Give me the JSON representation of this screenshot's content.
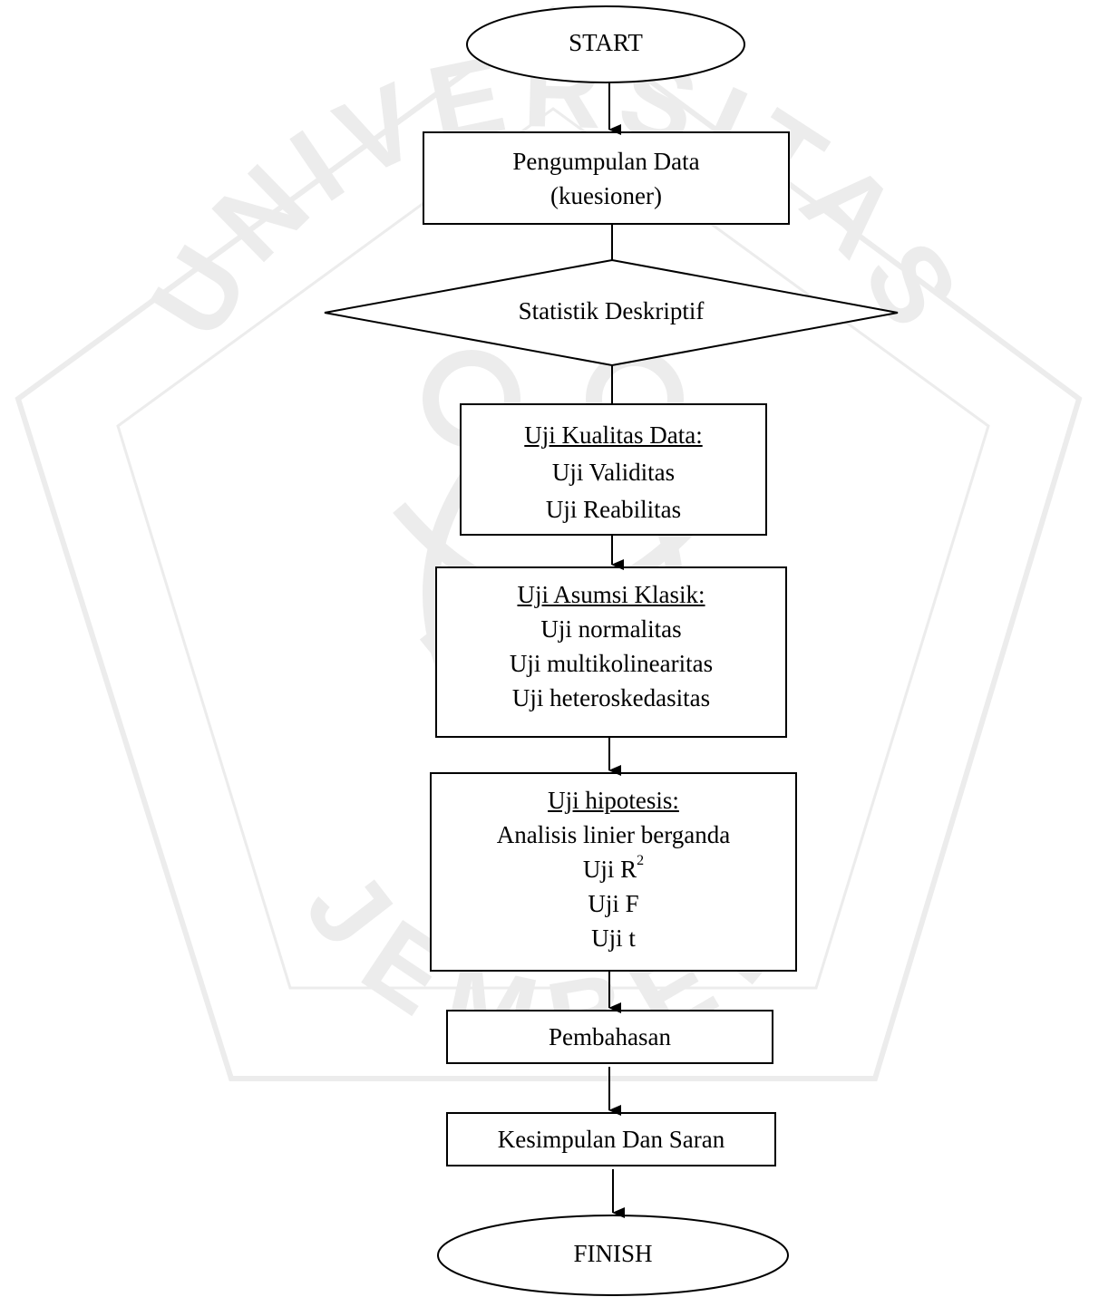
{
  "watermark": {
    "color": "#ececec",
    "logo_text": "UNIVERSITAS",
    "logo_bottom_text": "JEMBER"
  },
  "nodes": {
    "start": {
      "label": "START"
    },
    "collect": {
      "line1": "Pengumpulan Data",
      "line2": "(kuesioner)"
    },
    "descriptive": {
      "label": "Statistik Deskriptif"
    },
    "quality": {
      "title": "Uji Kualitas Data:",
      "items": [
        "Uji Validitas",
        "Uji Reabilitas"
      ]
    },
    "assumption": {
      "title": "Uji Asumsi Klasik:",
      "items": [
        "Uji normalitas",
        "Uji multikolinearitas",
        "Uji heteroskedasitas"
      ]
    },
    "hypothesis": {
      "title": "Uji hipotesis:",
      "item1": "Analisis linier berganda",
      "r2_prefix": "Uji R",
      "r2_sup": "2",
      "item3": "Uji F",
      "item4": "Uji t"
    },
    "discussion": {
      "label": "Pembahasan"
    },
    "conclusion": {
      "label": "Kesimpulan Dan Saran"
    },
    "finish": {
      "label": "FINISH"
    }
  }
}
